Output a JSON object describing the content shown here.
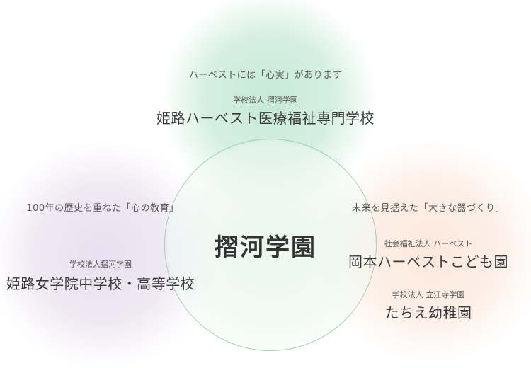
{
  "colors": {
    "top_circle": "#c4e8d4",
    "left_circle": "#e8deee",
    "right_circle": "#fce8dc",
    "center_ring": "#9fd3b2",
    "text": "#333333"
  },
  "center": {
    "title": "摺河学園"
  },
  "top": {
    "catch": "ハーベストには「心実」があります",
    "corp": "学校法人 摺河学園",
    "school": "姫路ハーベスト医療福祉専門学校"
  },
  "left": {
    "catch": "100年の歴史を重ねた「心の教育」",
    "corp": "学校法人摺河学園",
    "school": "姫路女学院中学校・高等学校"
  },
  "right": {
    "catch": "未来を見据えた「大きな器づくり」",
    "corp1": "社会福祉法人 ハーベスト",
    "school1": "岡本ハーベストこども園",
    "corp2": "学校法人 立江寺学園",
    "school2": "たちえ幼稚園"
  }
}
